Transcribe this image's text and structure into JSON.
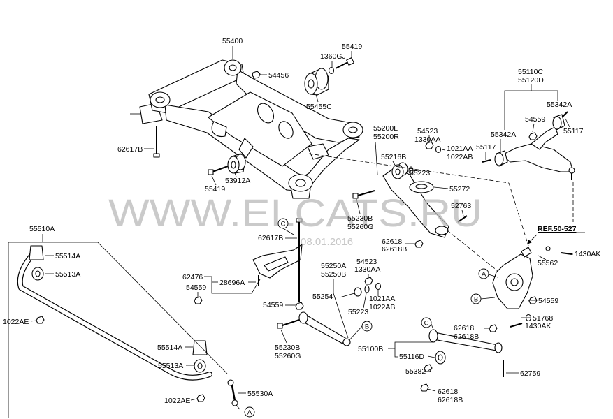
{
  "watermark": {
    "text": "WWW.ELCATS.RU",
    "date": "08.01.2016"
  },
  "ref_label": "REF.50-527",
  "callouts": {
    "a": "A",
    "b": "B",
    "c": "C"
  },
  "labels": [
    "55400",
    "55419",
    "1360GJ",
    "54456",
    "55455C",
    "62617B",
    "53912A",
    "55419",
    "55110C",
    "55120D",
    "55342A",
    "54559",
    "55117",
    "55342A",
    "55117",
    "55200L",
    "55200R",
    "54523",
    "1330AA",
    "1021AA",
    "1022AB",
    "55216B",
    "55223",
    "55272",
    "52763",
    "55230B",
    "55260G",
    "62618",
    "62618B",
    "1430AK",
    "55562",
    "54559",
    "51768",
    "1430AK",
    "62618",
    "62618B",
    "55100B",
    "55116D",
    "55382",
    "62759",
    "62618",
    "62618B",
    "55510A",
    "55514A",
    "55513A",
    "62617B",
    "62476",
    "28696A",
    "54559",
    "54559",
    "1022AE",
    "55514A",
    "55513A",
    "55530A",
    "1022AE",
    "55250A",
    "55250B",
    "54523",
    "1330AA",
    "55254",
    "55223",
    "1021AA",
    "1022AB",
    "55230B",
    "55260G"
  ]
}
